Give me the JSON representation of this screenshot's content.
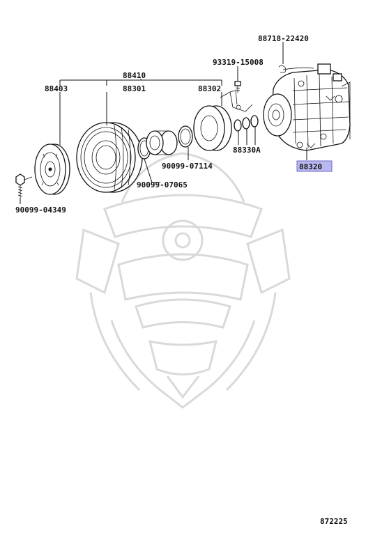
{
  "labels": {
    "group_88410": "88410",
    "pulley_88403": "88403",
    "pulley_88301": "88301",
    "part_88302": "88302",
    "bolt_93319_15008": "93319-15008",
    "part_88718_22420": "88718-22420",
    "compressor_88320": "88320",
    "shim_88330A": "88330A",
    "snapring_90099_07114": "90099-07114",
    "snapring_90099_07065": "90099-07065",
    "bolt_90099_04349": "90099-04349"
  },
  "diagram_number": "872225",
  "highlight_color": "#b9b9ef"
}
